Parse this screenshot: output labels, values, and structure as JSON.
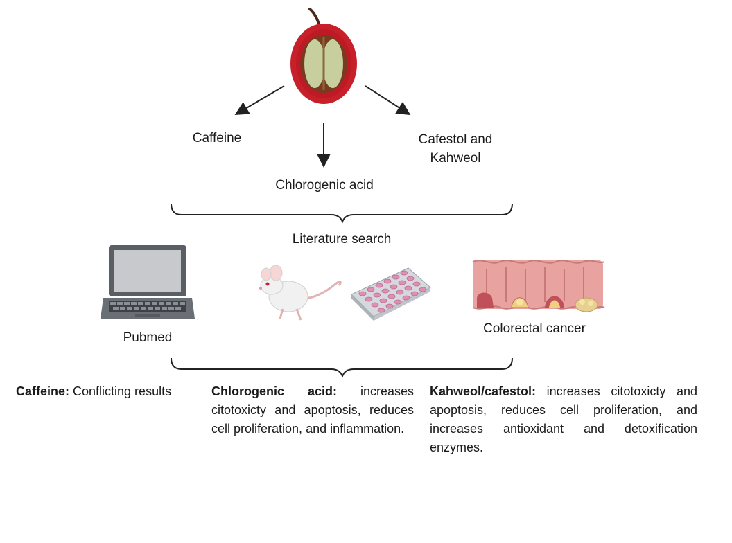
{
  "compounds": {
    "caffeine": "Caffeine",
    "chlorogenic": "Chlorogenic acid",
    "cafestol_line1": "Cafestol and",
    "cafestol_line2": "Kahweol"
  },
  "search": {
    "title": "Literature search",
    "pubmed": "Pubmed",
    "colorectal": "Colorectal cancer"
  },
  "results": {
    "caffeine_head": "Caffeine:",
    "caffeine_text": " Conflicting results",
    "chlorogenic_head": "Chlorogenic acid:",
    "chlorogenic_text": " increases citotoxicty and apoptosis, reduces cell proliferation, and inflammation.",
    "kahweol_head": "Kahweol/cafestol:",
    "kahweol_text": " increases citotoxicty and apoptosis, reduces cell proliferation, and increases antioxidant and detoxification enzymes."
  },
  "colors": {
    "cherry_red": "#c8202a",
    "bean": "#c7cf9f",
    "laptop": "#5a5f66",
    "plate": "#e08fb3",
    "colon": "#e8a3a0"
  }
}
